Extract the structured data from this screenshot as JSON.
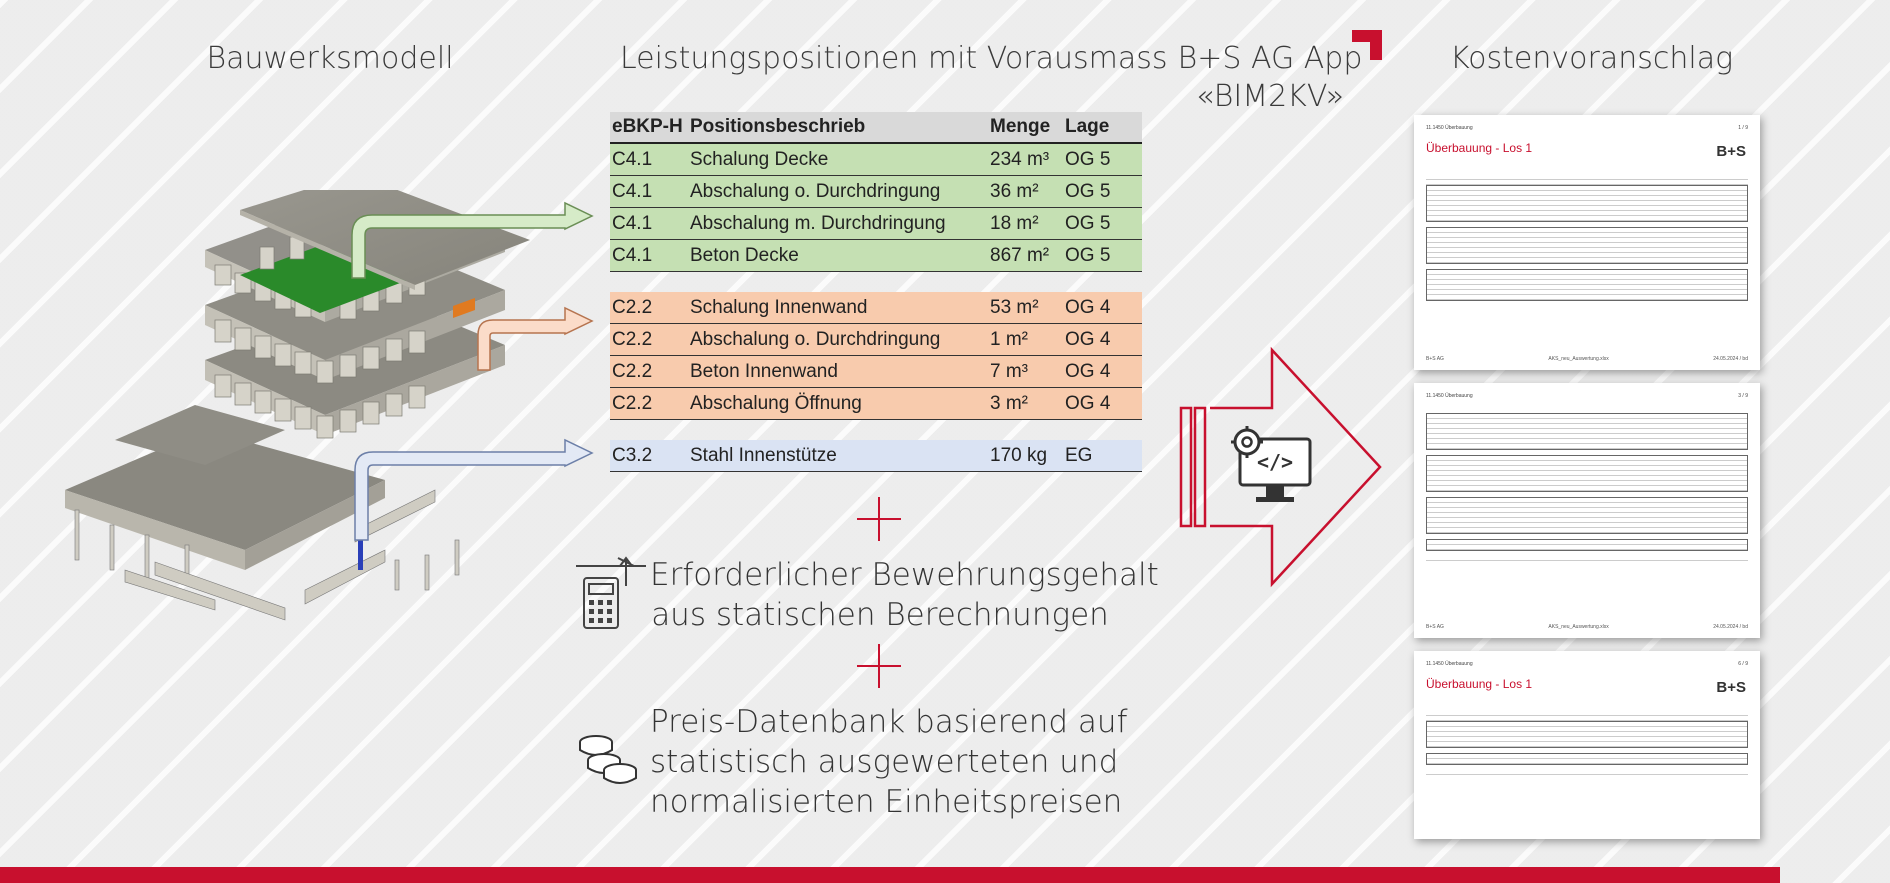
{
  "headings": {
    "model": "Bauwerksmodell",
    "positions": "Leistungspositionen mit Vorausmass",
    "app_line1": "B+S AG App",
    "app_line2": "«BIM2KV»",
    "cost": "Kostenvoranschlag"
  },
  "table": {
    "headers": [
      "eBKP-H",
      "Positionsbeschrieb",
      "Menge",
      "Lage"
    ],
    "groups": [
      {
        "color": "#c5e0b3",
        "rows": [
          {
            "code": "C4.1",
            "desc": "Schalung Decke",
            "qty": "234 m³",
            "loc": "OG 5"
          },
          {
            "code": "C4.1",
            "desc": "Abschalung  o. Durchdringung",
            "qty": "36 m²",
            "loc": "OG 5"
          },
          {
            "code": "C4.1",
            "desc": "Abschalung  m. Durchdringung",
            "qty": "18 m²",
            "loc": "OG 5"
          },
          {
            "code": "C4.1",
            "desc": "Beton Decke",
            "qty": "867 m²",
            "loc": "OG 5"
          }
        ]
      },
      {
        "color": "#f8cbad",
        "rows": [
          {
            "code": "C2.2",
            "desc": "Schalung Innenwand",
            "qty": "53 m²",
            "loc": "OG 4"
          },
          {
            "code": "C2.2",
            "desc": "Abschalung  o. Durchdringung",
            "qty": "1 m²",
            "loc": "OG 4"
          },
          {
            "code": "C2.2",
            "desc": "Beton Innenwand",
            "qty": "7 m³",
            "loc": "OG 4"
          },
          {
            "code": "C2.2",
            "desc": "Abschalung Öffnung",
            "qty": "3 m²",
            "loc": "OG 4"
          }
        ]
      },
      {
        "color": "#dae3f3",
        "rows": [
          {
            "code": "C3.2",
            "desc": "Stahl Innenstütze",
            "qty": "170 kg",
            "loc": "EG"
          }
        ]
      }
    ]
  },
  "info": {
    "rebar_line1": "Erforderlicher Bewehrungsgehalt",
    "rebar_line2": "aus statischen Berechnungen",
    "price_line1": "Preis-Datenbank basierend auf",
    "price_line2": "statistisch ausgewerteten und",
    "price_line3": "normalisierten Einheitspreisen"
  },
  "documents": [
    {
      "header": "11.1450 Überbauung",
      "page": "1 / 9",
      "title": "Überbauung - Los 1",
      "logo": "B+S",
      "footer_left": "B+S AG",
      "footer_mid": "AKS_neu_Auswertung.xlsx",
      "footer_right": "24.05.2024 / bd"
    },
    {
      "header": "11.1450 Überbauung",
      "page": "3 / 9",
      "title": "",
      "logo": "",
      "footer_left": "B+S AG",
      "footer_mid": "AKS_neu_Auswertung.xlsx",
      "footer_right": "24.05.2024 / bd"
    },
    {
      "header": "11.1450 Überbauung",
      "page": "6 / 9",
      "title": "Überbauung - Los 1",
      "logo": "B+S",
      "footer_left": "",
      "footer_mid": "",
      "footer_right": ""
    }
  ],
  "colors": {
    "accent": "#c8102e",
    "green": "#c5e0b3",
    "orange": "#f8cbad",
    "blue": "#dae3f3"
  }
}
